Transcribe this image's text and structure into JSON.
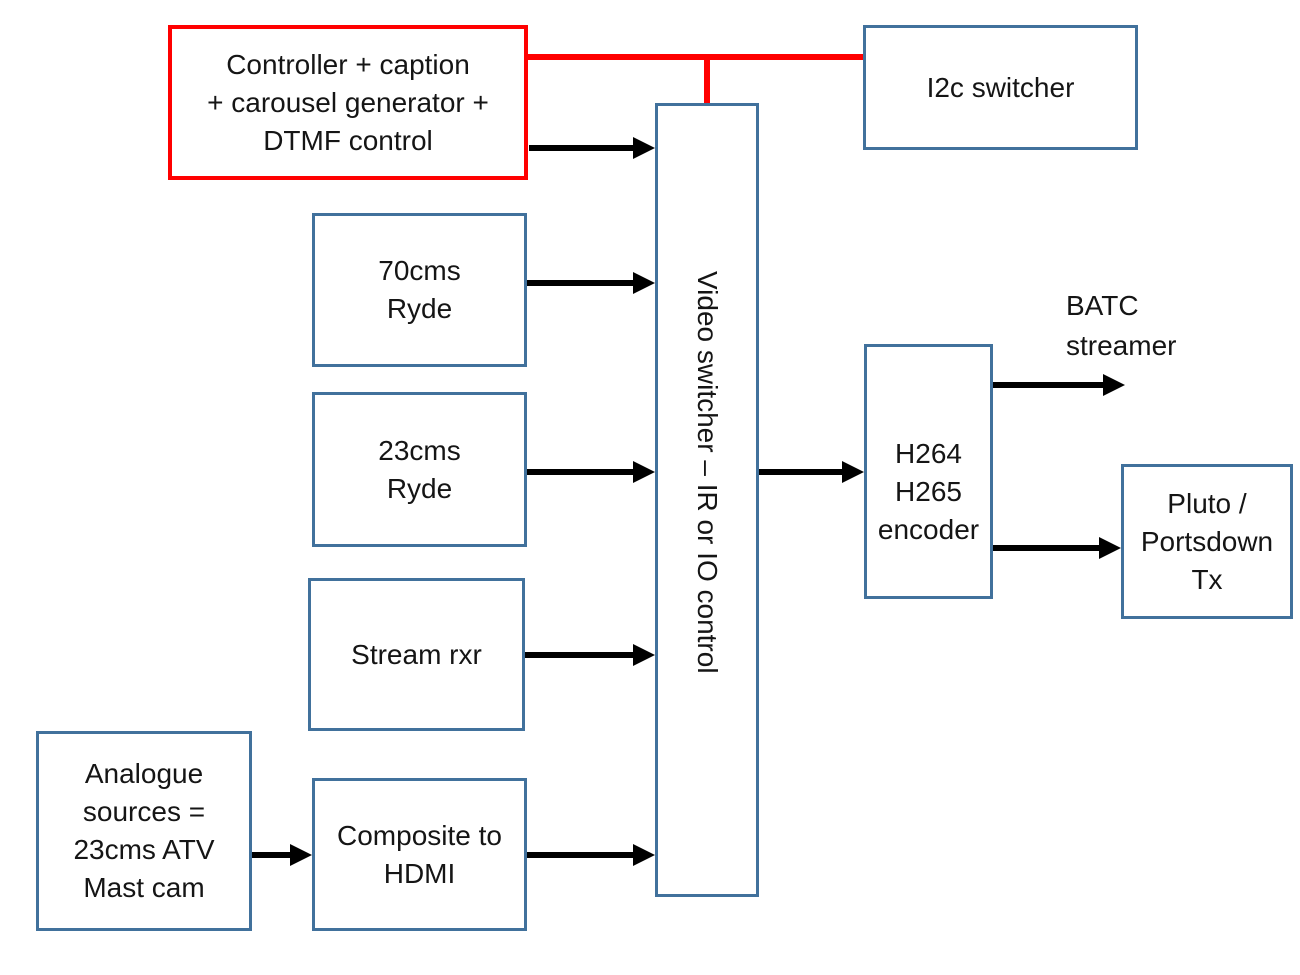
{
  "colors": {
    "box_border": "#41719C",
    "highlight_border": "#FF0000",
    "control_bus": "#FF0000",
    "arrow": "#000000",
    "background": "#FFFFFF",
    "text": "#151515"
  },
  "boxes": {
    "controller": {
      "label": "Controller + caption\n+ carousel generator +\nDTMF control"
    },
    "i2c_switcher": {
      "label": "I2c switcher"
    },
    "video_switcher": {
      "label": "Video switcher – IR or IO control"
    },
    "ryde_70cms": {
      "label": "70cms\nRyde"
    },
    "ryde_23cms": {
      "label": "23cms\nRyde"
    },
    "stream_rxr": {
      "label": "Stream rxr"
    },
    "analogue_sources": {
      "label": "Analogue\nsources =\n23cms ATV\nMast cam"
    },
    "composite_to_hdmi": {
      "label": "Composite to\nHDMI"
    },
    "h264_encoder": {
      "label": "H264\nH265\nencoder"
    },
    "pluto_portsdown_tx": {
      "label": "Pluto /\nPortsdown\nTx"
    }
  },
  "labels": {
    "batc_streamer": "BATC\nstreamer"
  },
  "connections": [
    {
      "from": "controller",
      "to": "i2c_switcher",
      "style": "red-bus"
    },
    {
      "from": "controller",
      "to": "video_switcher",
      "style": "red-bus-drop"
    },
    {
      "from": "controller",
      "to": "video_switcher",
      "style": "arrow"
    },
    {
      "from": "ryde_70cms",
      "to": "video_switcher",
      "style": "arrow"
    },
    {
      "from": "ryde_23cms",
      "to": "video_switcher",
      "style": "arrow"
    },
    {
      "from": "stream_rxr",
      "to": "video_switcher",
      "style": "arrow"
    },
    {
      "from": "analogue_sources",
      "to": "composite_to_hdmi",
      "style": "arrow"
    },
    {
      "from": "composite_to_hdmi",
      "to": "video_switcher",
      "style": "arrow"
    },
    {
      "from": "video_switcher",
      "to": "h264_encoder",
      "style": "arrow"
    },
    {
      "from": "h264_encoder",
      "to": "batc_streamer",
      "style": "arrow"
    },
    {
      "from": "h264_encoder",
      "to": "pluto_portsdown_tx",
      "style": "arrow"
    }
  ]
}
